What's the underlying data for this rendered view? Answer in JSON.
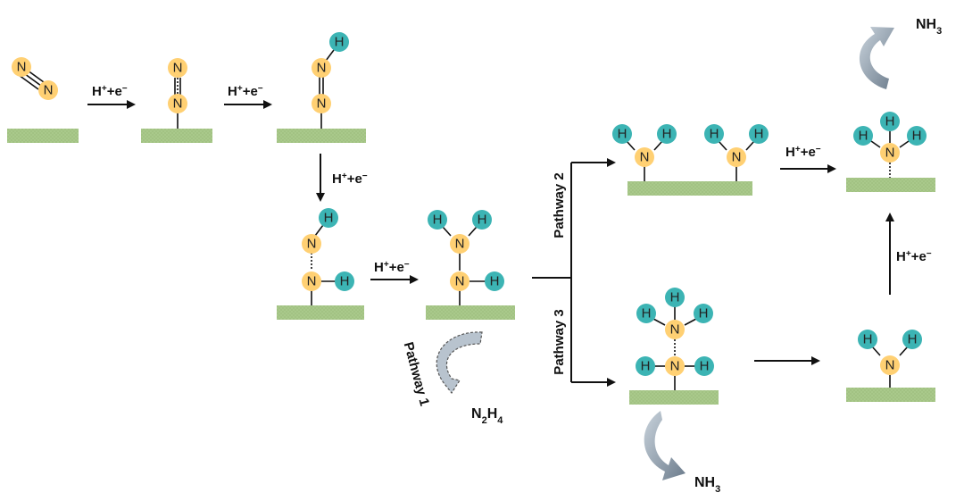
{
  "diagram": {
    "atom_labels": {
      "nitrogen": "N",
      "hydrogen": "H"
    },
    "step_label": {
      "base": "H",
      "sup1": "+",
      "mid": "+e",
      "sup2": "−"
    },
    "pathways": {
      "p1": "Pathway 1",
      "p2": "Pathway 2",
      "p3": "Pathway 3"
    },
    "products": {
      "hydrazine": {
        "base1": "N",
        "sub1": "2",
        "base2": "H",
        "sub2": "4"
      },
      "ammonia": {
        "base": "NH",
        "sub": "3"
      }
    },
    "colors": {
      "nitrogen": "#FFD073",
      "hydrogen": "#3CB4B4",
      "surface": "#A9C98B",
      "surface_dots": "#8FB06F",
      "arrow_gray": "#9AAAB8",
      "arrow_gray_dark": "#6C7C8C"
    }
  }
}
